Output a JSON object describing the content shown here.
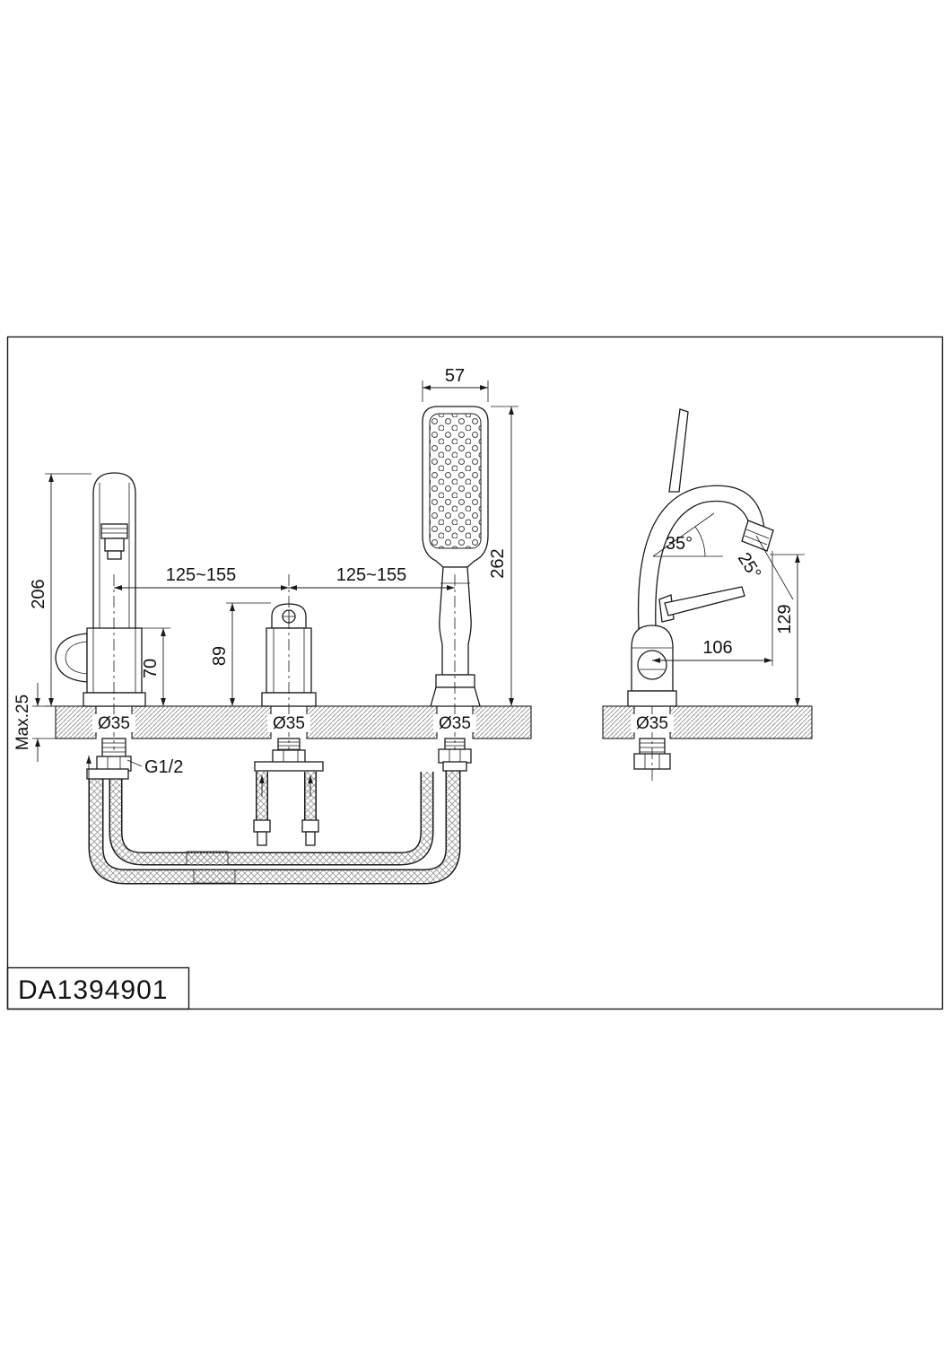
{
  "colors": {
    "line": "#1a1a1a",
    "hatch": "#9a9a9a",
    "background": "#ffffff"
  },
  "title_block": {
    "part_number": "DA1394901"
  },
  "dims_front": {
    "shower_head_width": "57",
    "handshower_height": "262",
    "spout_height": "206",
    "deck_thickness": "Max.25",
    "spout_body_height": "70",
    "valve_body_height": "89",
    "hole_spacing_left": "125~155",
    "hole_spacing_right": "125~155",
    "hole_dia_spout": "Ø35",
    "hole_dia_valve": "Ø35",
    "hole_dia_shower": "Ø35",
    "thread_size": "G1/2"
  },
  "dims_side": {
    "spout_angle_up": "35°",
    "spout_angle_down": "25°",
    "outlet_height": "129",
    "spout_reach": "106",
    "hole_dia": "Ø35"
  }
}
